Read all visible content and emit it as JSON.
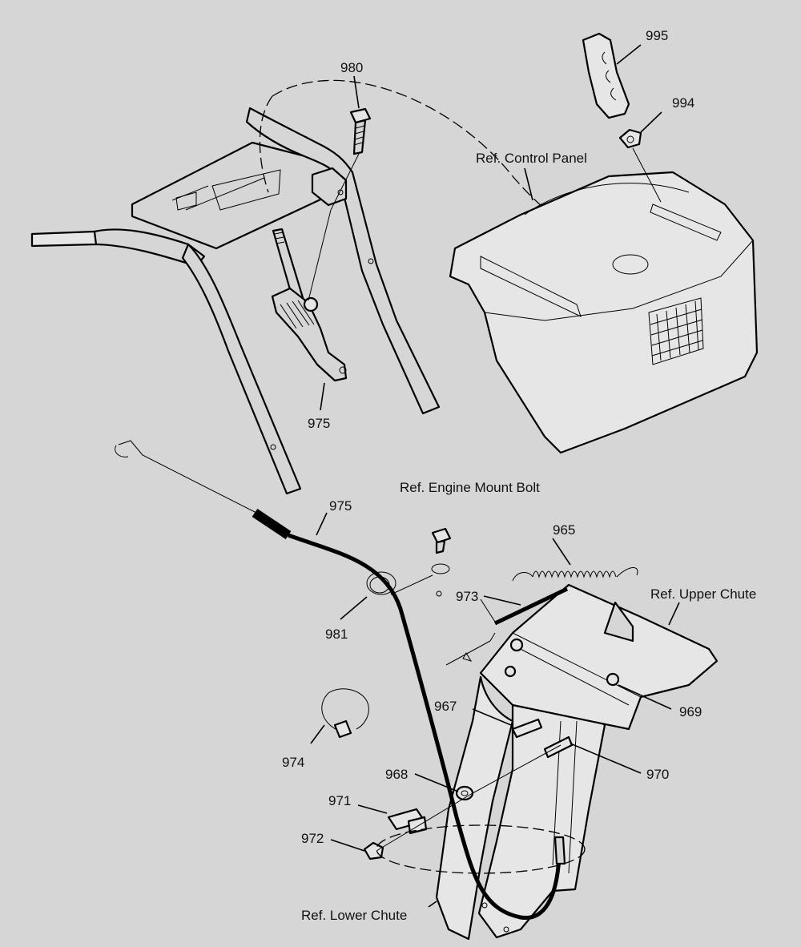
{
  "labels": {
    "p995": "995",
    "p994": "994",
    "p980": "980",
    "control_panel": "Ref. Control Panel",
    "p975_top": "975",
    "p975_cable": "975",
    "engine_mount_bolt": "Ref. Engine Mount Bolt",
    "p965": "965",
    "p973": "973",
    "upper_chute": "Ref. Upper Chute",
    "p981": "981",
    "p967": "967",
    "p969": "969",
    "p974": "974",
    "p968": "968",
    "p970": "970",
    "p971": "971",
    "p972": "972",
    "lower_chute": "Ref. Lower Chute"
  }
}
